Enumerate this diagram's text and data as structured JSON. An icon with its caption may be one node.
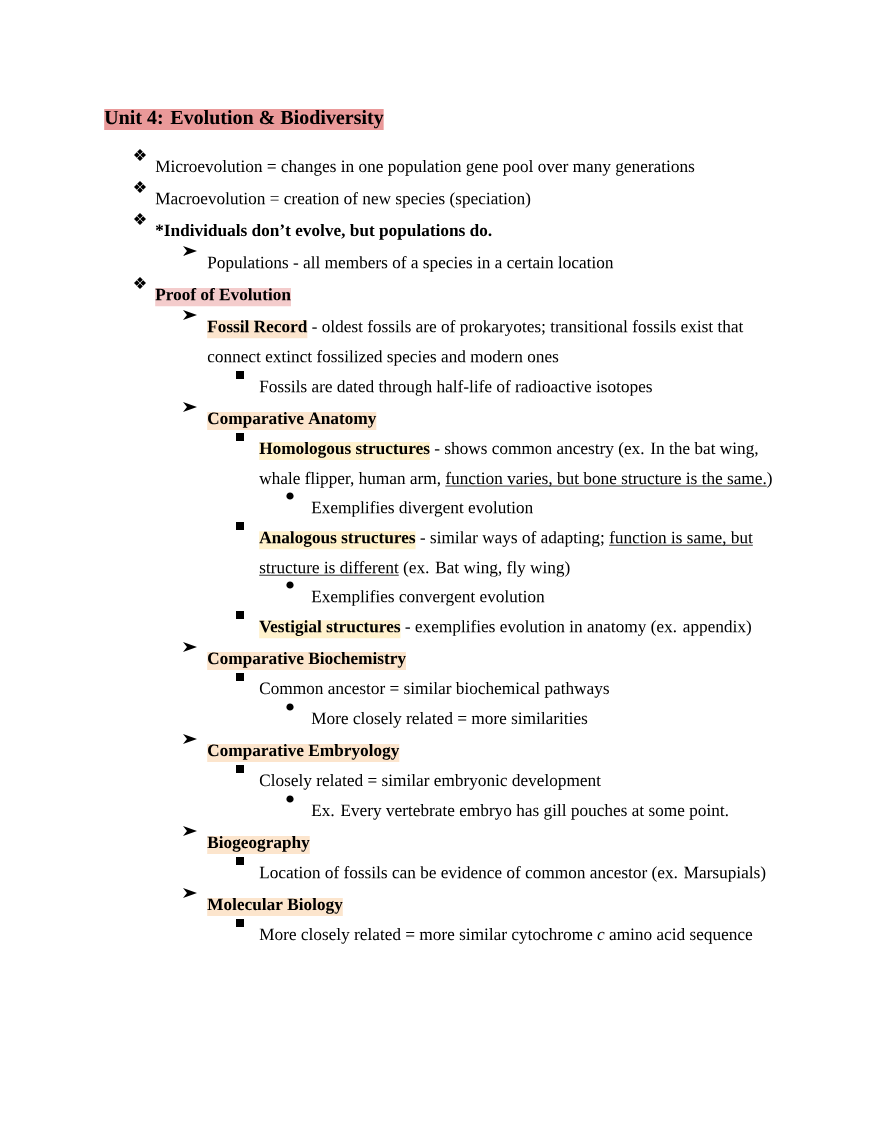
{
  "diagram": {
    "title": "Unit 4: Evolution & Biodiversity",
    "labels": [
      "Microevolution = changes in one population gene pool over many generations",
      "Macroevolution = creation of new species (speciation)",
      "*Individuals don’t evolve, but populations do.",
      "Populations - all members of a species in a certain location",
      "Proof of Evolution",
      "Fossil Record",
      "- oldest fossils are of prokaryotes; transitional fossils exist that connect extinct fossilized species and modern ones",
      "Fossils are dated through half-life of radioactive isotopes",
      "Comparative Anatomy",
      "Homologous structures",
      "- shows common ancestry (ex. In the bat wing, whale flipper, human arm,",
      "function varies, but bone structure is the same.",
      ")",
      "Exemplifies divergent evolution",
      "Analogous structures",
      "- similar ways of adapting;",
      "function is same, but",
      "structure is different",
      "(ex. Bat wing, fly wing)",
      "Exemplifies convergent evolution",
      "Vestigial structures",
      "- exemplifies evolution in anatomy (ex. appendix)",
      "Comparative Biochemistry",
      "Common ancestor = similar biochemical pathways",
      "More closely related = more similarities",
      "Comparative Embryology",
      "Closely related = similar embryonic development",
      "Ex. Every vertebrate embryo has gill pouches at some point.",
      "Biogeography",
      "Location of fossils can be evidence of common ancestor (ex. Marsupials)",
      "Molecular Biology",
      "More closely related = more similar cytochrome *c* amino acid sequence"
    ]
  }
}
